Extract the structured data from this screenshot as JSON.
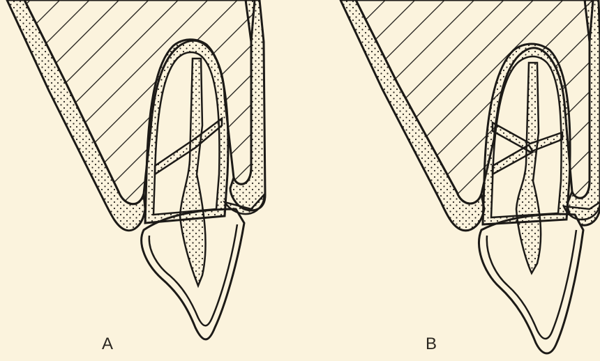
{
  "figure": {
    "panels": [
      {
        "label": "A",
        "root_canal_branches": 1
      },
      {
        "label": "B",
        "root_canal_branches": 2
      }
    ],
    "colors": {
      "background": "#fbf3dd",
      "ink": "#1c1a17",
      "stipple": "#2a2620"
    }
  }
}
